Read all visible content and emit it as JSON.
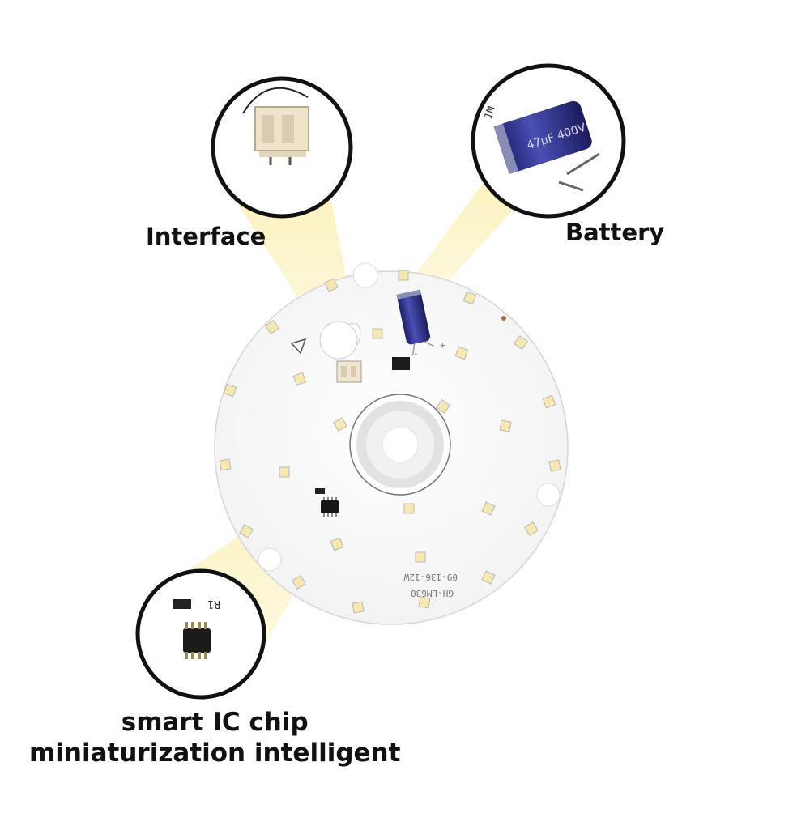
{
  "callouts": {
    "interface": {
      "label": "Interface",
      "icon": "connector-icon"
    },
    "battery": {
      "label": "Battery",
      "icon": "capacitor-icon"
    },
    "chip": {
      "line1": "smart IC chip",
      "line2": "miniaturization intelligent",
      "icon": "ic-chip-icon"
    }
  },
  "board": {
    "model_text": "GH-LM630",
    "spec_text": "09-136-12W",
    "capacitor_marking": "47µF 400V",
    "resistor_label": "R1",
    "polarity_minus": "-",
    "polarity_plus": "+",
    "zoom_capacitor_label": "1M"
  },
  "colors": {
    "led_yellow": "#f5e9b0",
    "board_white": "#fdfdfd",
    "capacitor_blue": "#2d2f8f",
    "highlight_beam": "#fbf3c4",
    "lens_border": "#111111"
  }
}
